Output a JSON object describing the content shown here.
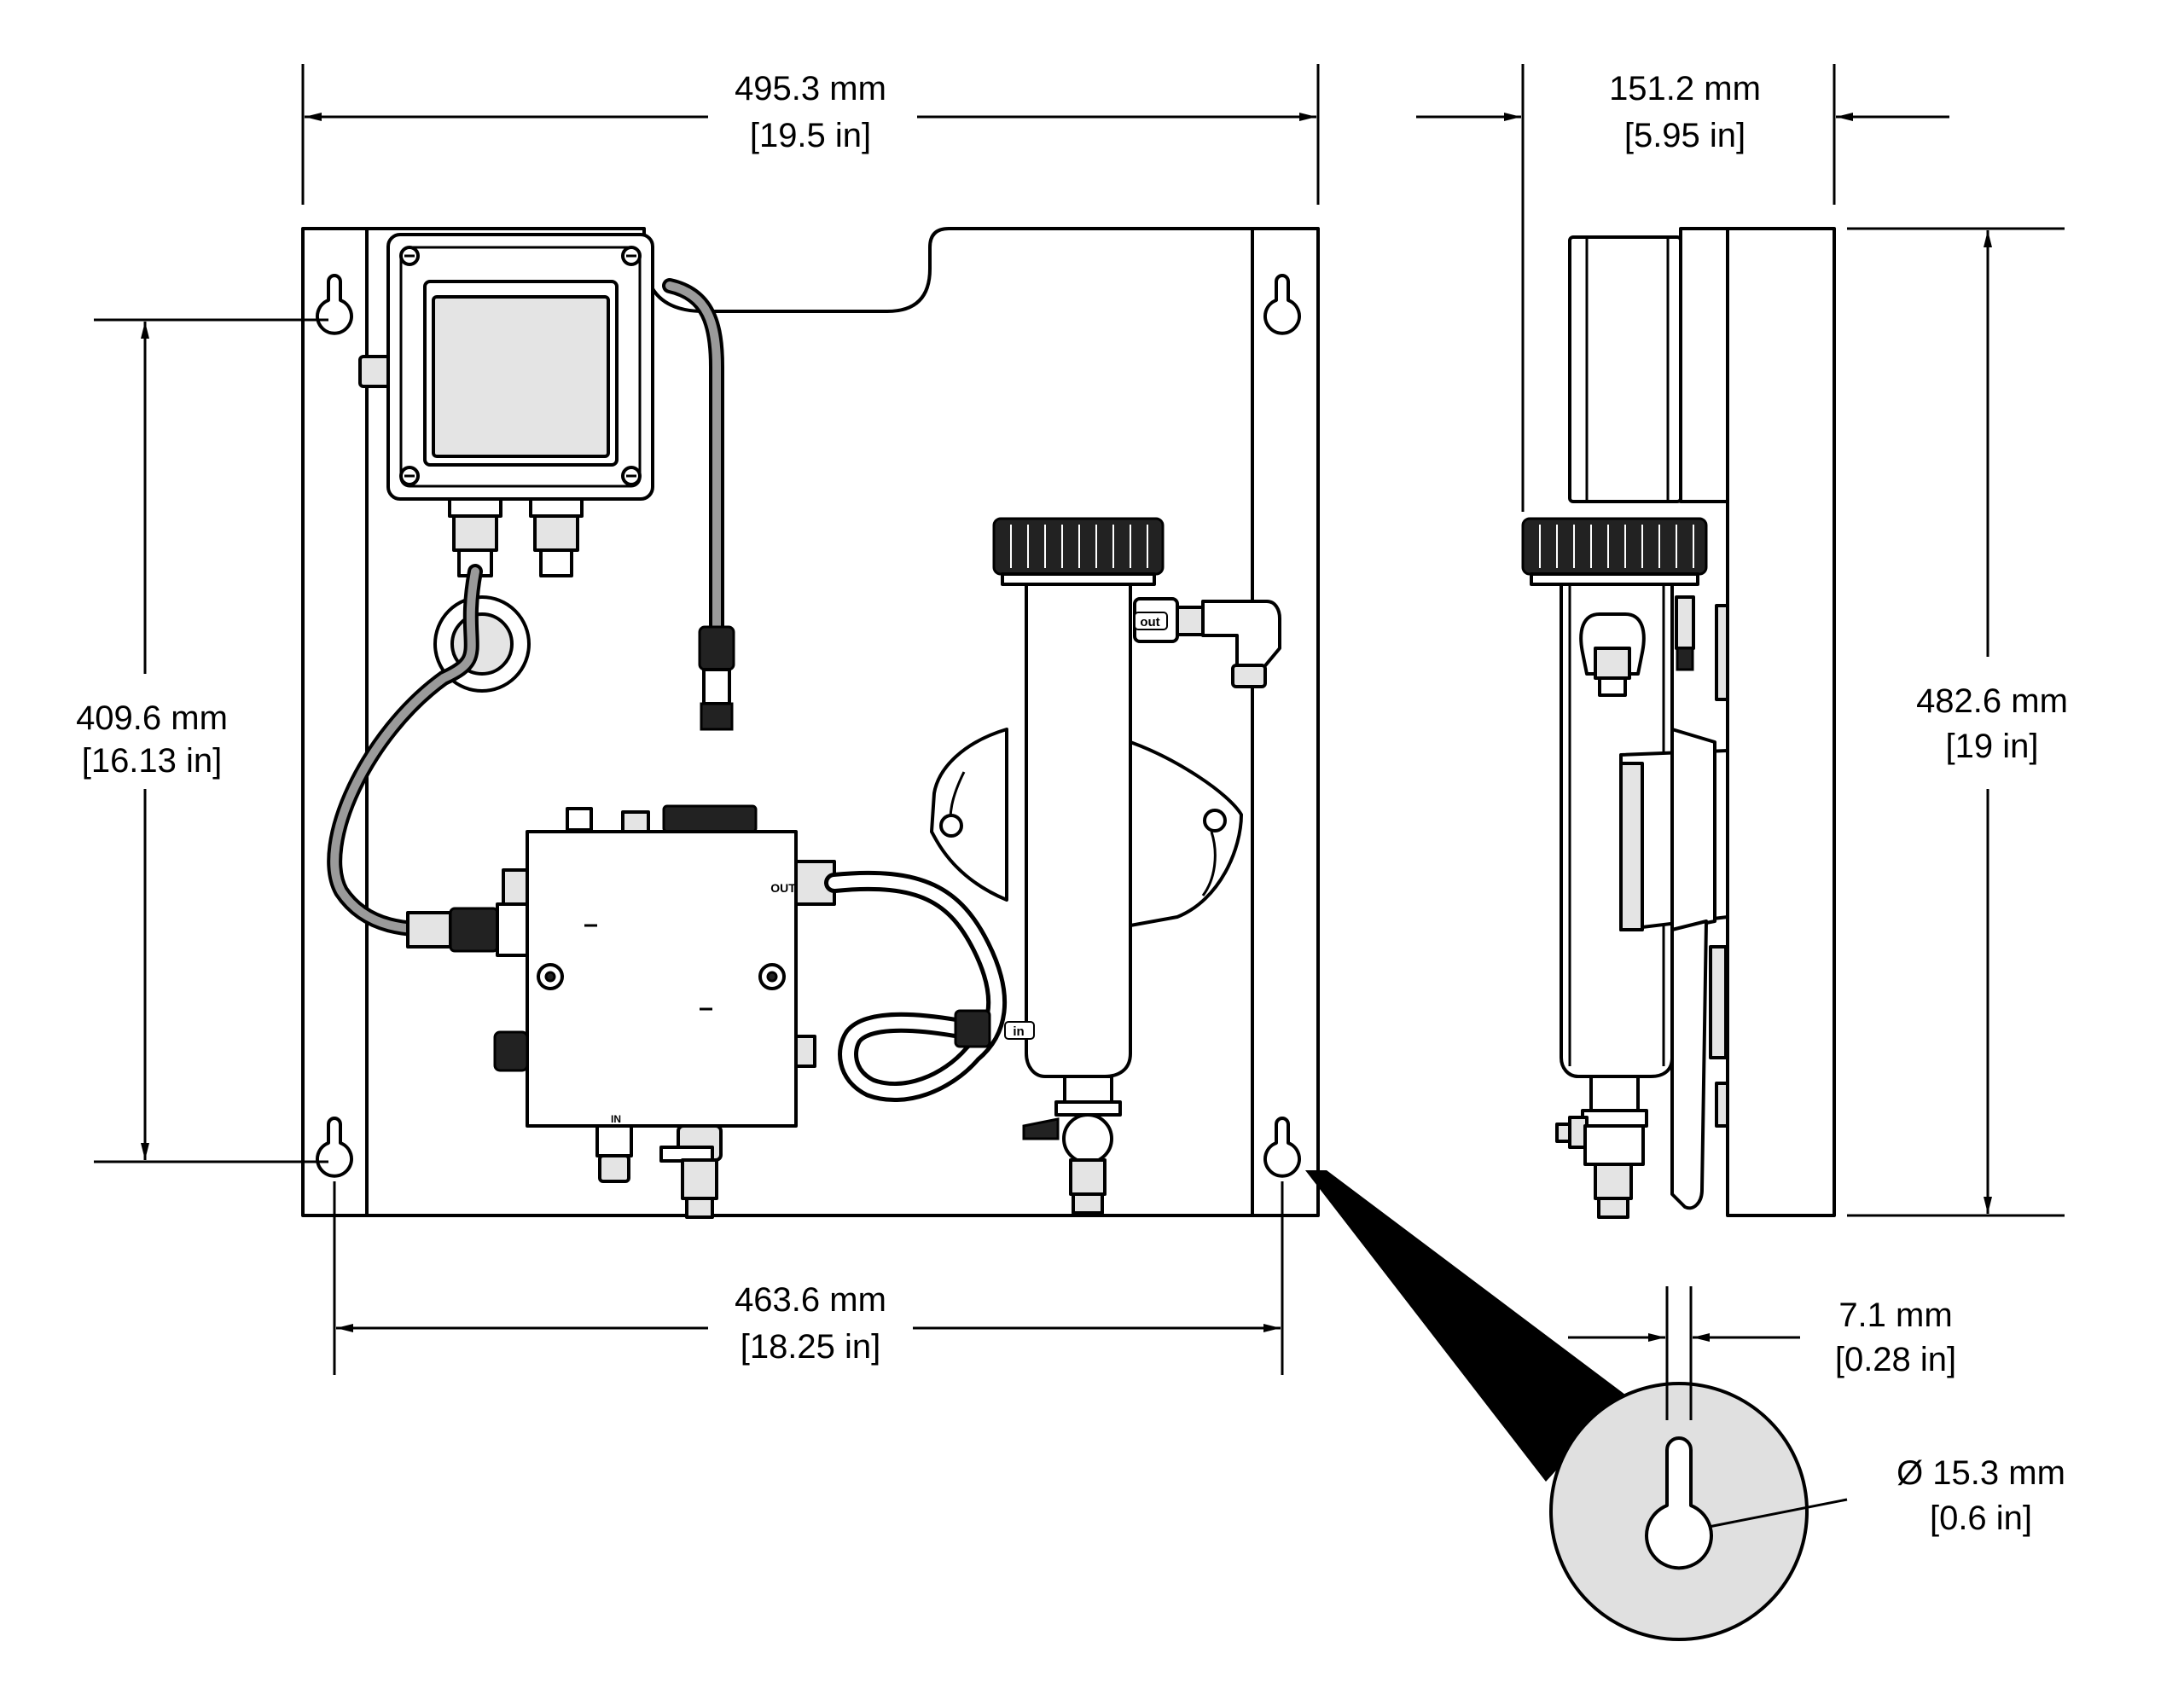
{
  "dimensions": {
    "overall_width": {
      "mm": "495.3 mm",
      "in": "[19.5 in]"
    },
    "depth": {
      "mm": "151.2 mm",
      "in": "[5.95 in]"
    },
    "hole_vertical_spacing": {
      "mm": "409.6 mm",
      "in": "[16.13 in]"
    },
    "overall_height": {
      "mm": "482.6 mm",
      "in": "[19 in]"
    },
    "hole_horizontal_spacing": {
      "mm": "463.6 mm",
      "in": "[18.25 in]"
    },
    "slot_width": {
      "mm": "7.1 mm",
      "in": "[0.28 in]"
    },
    "hole_diameter": {
      "mm": "Ø 15.3 mm",
      "in": "[0.6 in]"
    }
  },
  "port_labels": {
    "block_out": "OUT",
    "block_in": "IN",
    "cell_out": "out",
    "cell_in": "in"
  }
}
